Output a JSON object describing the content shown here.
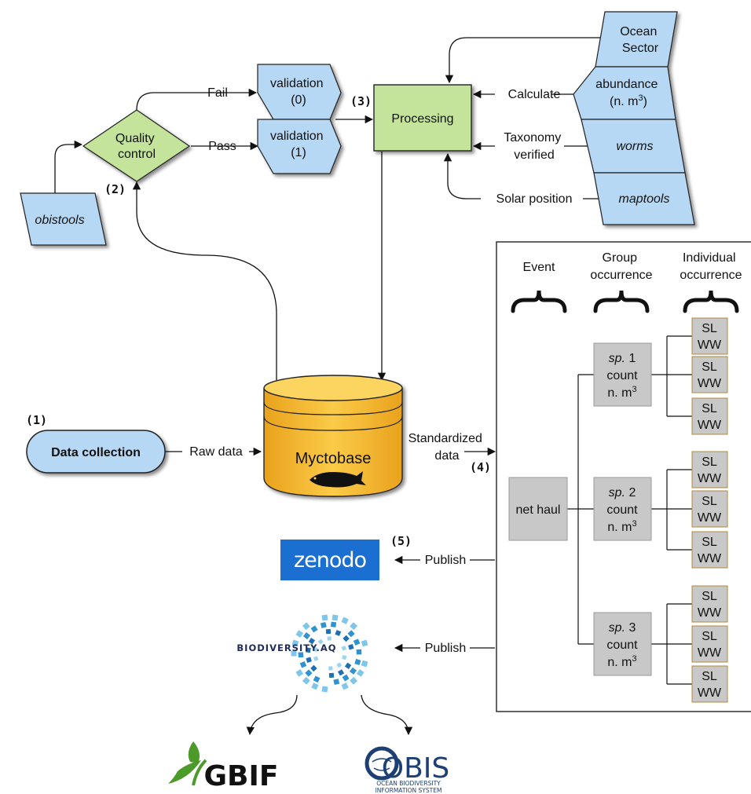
{
  "steps": {
    "s1": "(1)",
    "s2": "(2)",
    "s3": "(3)",
    "s4": "(4)",
    "s5": "(5)"
  },
  "nodes": {
    "data_collection": "Data collection",
    "obistools": "obistools",
    "quality_control": [
      "Quality",
      "control"
    ],
    "validation_0": [
      "validation",
      "(0)"
    ],
    "validation_1": [
      "validation",
      "(1)"
    ],
    "processing": "Processing",
    "ocean_sector": [
      "Ocean",
      "Sector"
    ],
    "abundance": [
      "abundance",
      "(n. m",
      "3",
      ")"
    ],
    "worms": "worms",
    "maptools": "maptools",
    "myctobase": "Myctobase"
  },
  "edges": {
    "fail": "Fail",
    "pass": "Pass",
    "calculate": "Calculate",
    "taxonomy_verified": [
      "Taxonomy",
      "verified"
    ],
    "solar_position": "Solar position",
    "raw_data": "Raw data",
    "standardized_data": [
      "Standardized",
      "data"
    ],
    "publish_zenodo": "Publish",
    "publish_biodiversity": "Publish"
  },
  "table": {
    "headers": {
      "event": "Event",
      "group": [
        "Group",
        "occurrence"
      ],
      "individual": [
        "Individual",
        "occurrence"
      ]
    },
    "event_box": "net haul",
    "groups": [
      {
        "sp": "sp.",
        "num": " 1",
        "count": "count",
        "unit": "n. m",
        "sup": "3"
      },
      {
        "sp": "sp.",
        "num": " 2",
        "count": "count",
        "unit": "n. m",
        "sup": "3"
      },
      {
        "sp": "sp.",
        "num": " 3",
        "count": "count",
        "unit": "n. m",
        "sup": "3"
      }
    ],
    "individual_lines": [
      "SL",
      "WW"
    ]
  },
  "logos": {
    "zenodo": "zenodo",
    "biodiversity": "BIODIVERSITY.AQ",
    "gbif": "GBIF",
    "obis": "OBIS",
    "obis_sub": [
      "OCEAN BIODIVERSITY",
      "INFORMATION SYSTEM"
    ]
  },
  "colors": {
    "blue_fill": "#b6d8f4",
    "green_fill": "#c3e49a",
    "gray_fill": "#c8c8c8",
    "db_fill": "#f8c23a",
    "zenodo_bg": "#1a6fd0",
    "biodiversity_blue": "#2f93d2",
    "gbif_green": "#4c9a2a",
    "obis_navy": "#1e3f73"
  }
}
